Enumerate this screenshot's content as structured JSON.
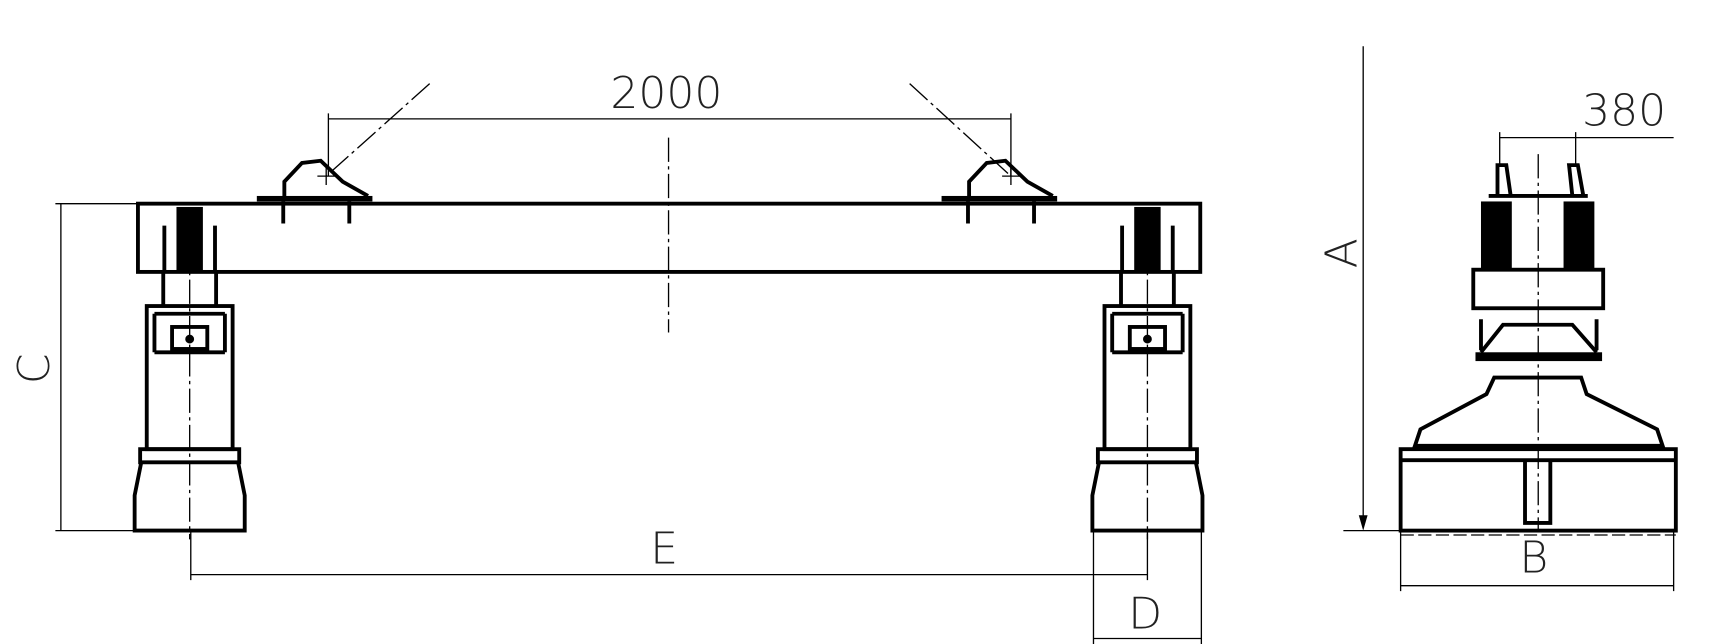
{
  "dimensions": {
    "lug_spacing": "2000",
    "lug_spacing_side": "380",
    "height_total": "A",
    "base_width": "B",
    "height_frame": "C",
    "foot_width": "D",
    "leg_spacing": "E"
  },
  "colors": {
    "line": "#000000",
    "background": "#ffffff"
  }
}
